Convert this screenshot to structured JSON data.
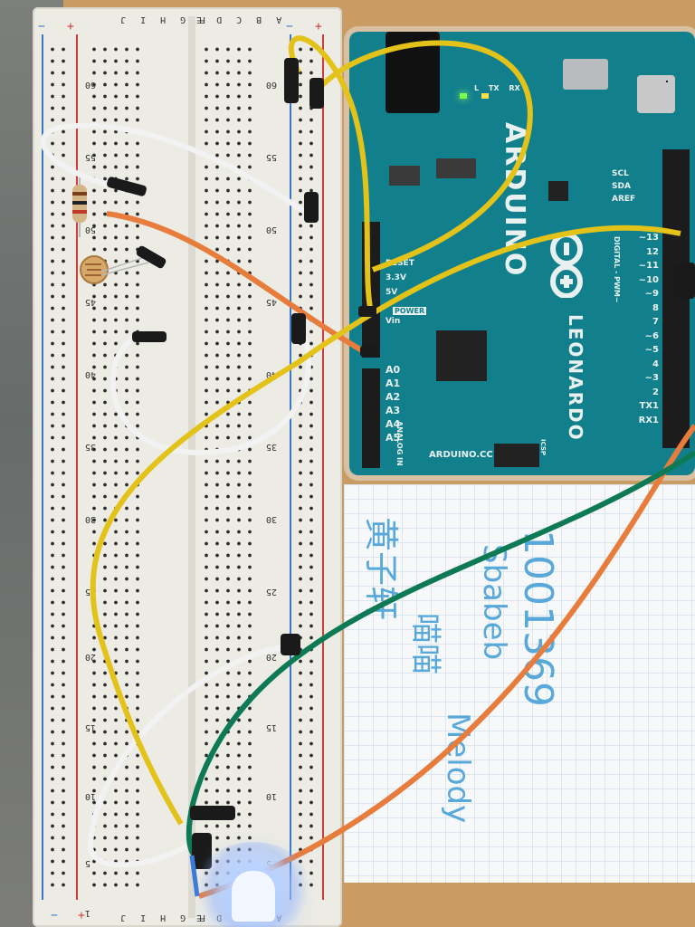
{
  "breadboard": {
    "col_labels_left_top": "F G H I J",
    "col_labels_right_top": "A B C D E",
    "col_labels_left_bottom": "F G H I J",
    "col_labels_right_bottom": "A B C D E",
    "rail_plus": "+",
    "rail_minus": "−",
    "row_numbers_left": [
      "60",
      "55",
      "50",
      "45",
      "40",
      "35",
      "30",
      "25",
      "20",
      "15",
      "10",
      "5",
      "1"
    ],
    "row_numbers_right": [
      "60",
      "55",
      "50",
      "45",
      "40",
      "35",
      "30",
      "25",
      "20",
      "15",
      "10",
      "5"
    ]
  },
  "arduino": {
    "brand": "ARDUINO",
    "model": "LEONARDO",
    "website": "ARDUINO.CC",
    "logo": "arduino-infinity-logo",
    "power_header_label": "POWER",
    "analog_header_label": "ANALOG IN",
    "digital_header_label": "DIGITAL - PWM~",
    "power_pins": [
      "RESET",
      "3.3V",
      "5V",
      "Vin"
    ],
    "analog_pins": [
      "A0",
      "A1",
      "A2",
      "A3",
      "A4",
      "A5"
    ],
    "top_right_pins": [
      "SCL",
      "SDA",
      "AREF"
    ],
    "digital_pins": [
      "~13",
      "12",
      "~11",
      "~10",
      "~9",
      "8",
      "7",
      "~6",
      "~5",
      "4",
      "~3",
      "2",
      "TX1",
      "RX1"
    ],
    "led_labels": [
      "L",
      "TX",
      "RX"
    ],
    "icsp_label": "ICSP"
  },
  "note": {
    "line1": "1001369",
    "line2": "Sbabeb",
    "line3": "黄子轩",
    "line4": "喵喵",
    "line5": "Melody"
  },
  "colors": {
    "board_base": "#c99c63",
    "arduino_pcb": "#11808c",
    "wire_yellow": "#e3c21a",
    "wire_white": "#f2f2f2",
    "wire_orange": "#e77c3c",
    "wire_green": "#0e7a55",
    "ink_blue": "#58a9d9"
  }
}
